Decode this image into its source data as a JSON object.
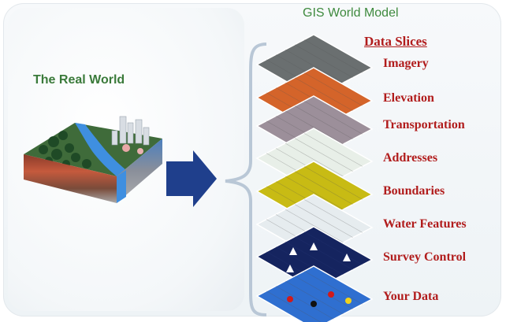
{
  "left": {
    "title": "The Real World"
  },
  "right": {
    "title": "GIS World Model",
    "slices_heading": "Data Slices",
    "layers": [
      {
        "label": "Imagery",
        "color": "#6a6f70"
      },
      {
        "label": "Elevation",
        "color": "#d4642a"
      },
      {
        "label": "Transportation",
        "color": "#9c8f9a"
      },
      {
        "label": "Addresses",
        "color": "#e8efe8"
      },
      {
        "label": "Boundaries",
        "color": "#c8bb14"
      },
      {
        "label": "Water Features",
        "color": "#e6ecef"
      },
      {
        "label": "Survey Control",
        "color": "#15245f"
      },
      {
        "label": "Your Data",
        "color": "#2f6fd0"
      }
    ]
  },
  "colors": {
    "label_red": "#b11c1c",
    "title_green": "#3e8a3e",
    "arrow_blue": "#1f3f8c"
  },
  "icons": [
    "terrain-block-icon",
    "right-arrow-icon",
    "curly-brace-icon"
  ]
}
